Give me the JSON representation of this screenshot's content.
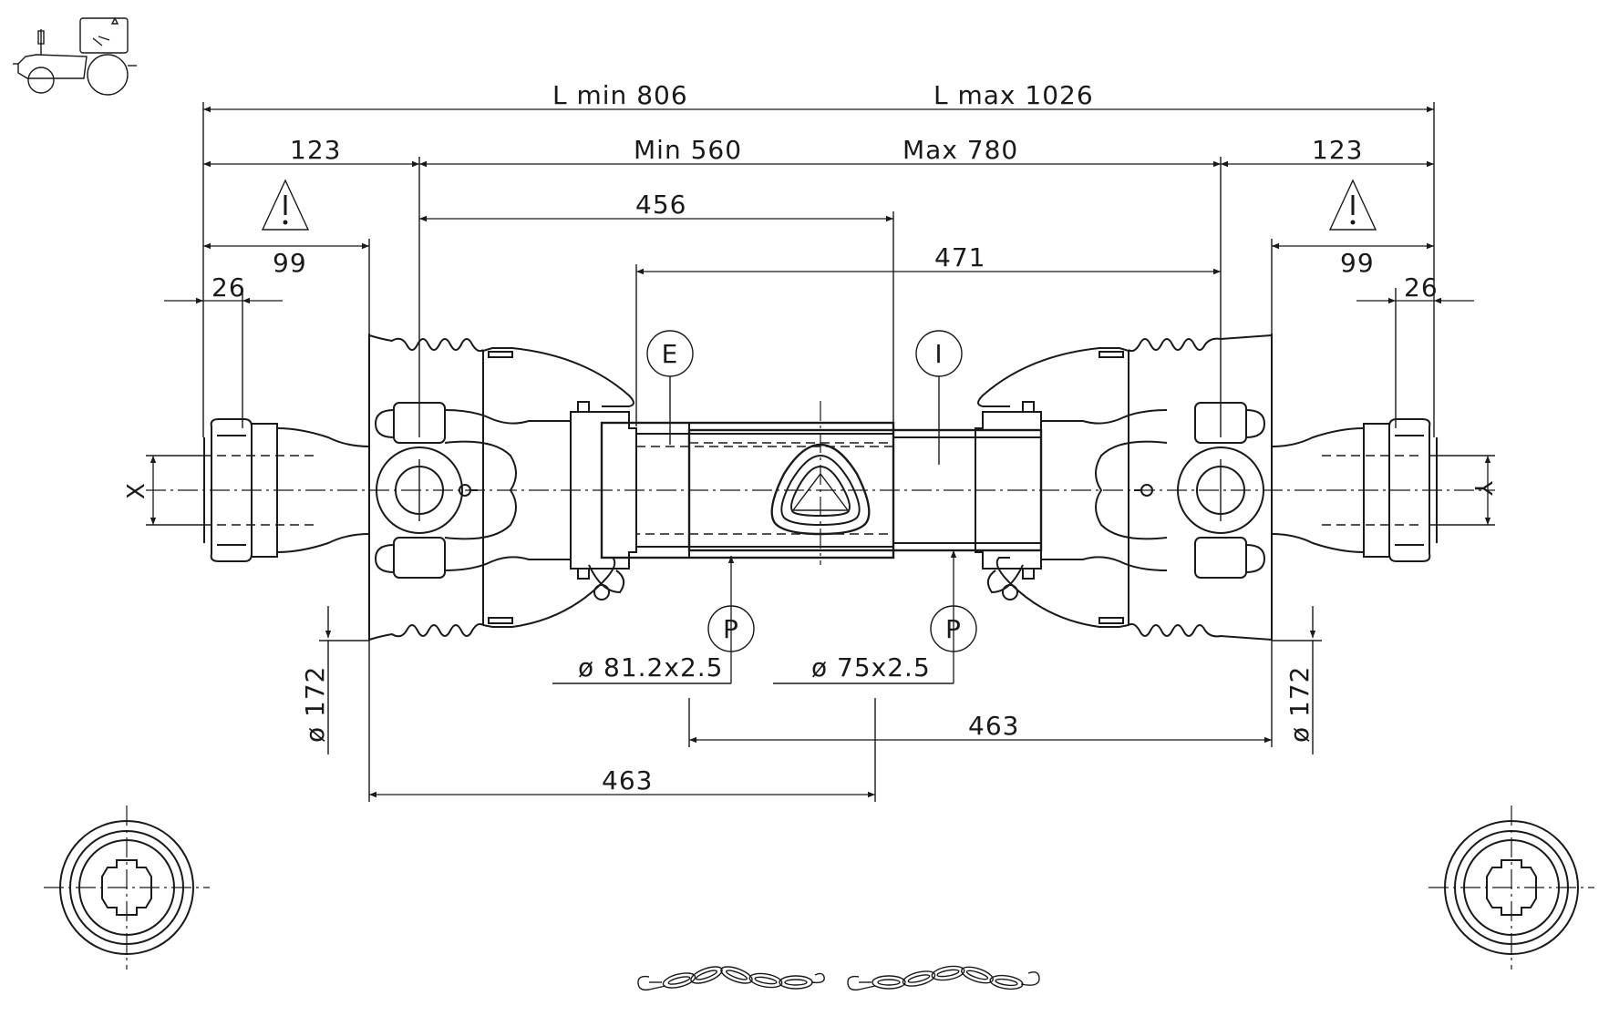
{
  "drawing": {
    "overall": {
      "min_label": "L min 806",
      "max_label": "L max 1026"
    },
    "tube_section": {
      "min_label": "Min 560",
      "max_label": "Max 780"
    },
    "left_end_length": "123",
    "right_end_length": "123",
    "outer_tube_length": "456",
    "inner_tube_length": "471",
    "left_guard_offset": "99",
    "right_guard_offset": "99",
    "left_flange_width": "26",
    "right_flange_width": "26",
    "left_axis_letter": "X",
    "right_axis_letter": "Y",
    "outer_tube_callout": "E",
    "inner_tube_callout": "I",
    "profile_callout_left": "P",
    "profile_callout_right": "P",
    "outer_tube_profile": "ø 81.2x2.5",
    "inner_tube_profile": "ø 75x2.5",
    "left_guard_diameter": "ø 172",
    "right_guard_diameter": "ø 172",
    "overlap_right": "463",
    "overlap_left": "463"
  }
}
